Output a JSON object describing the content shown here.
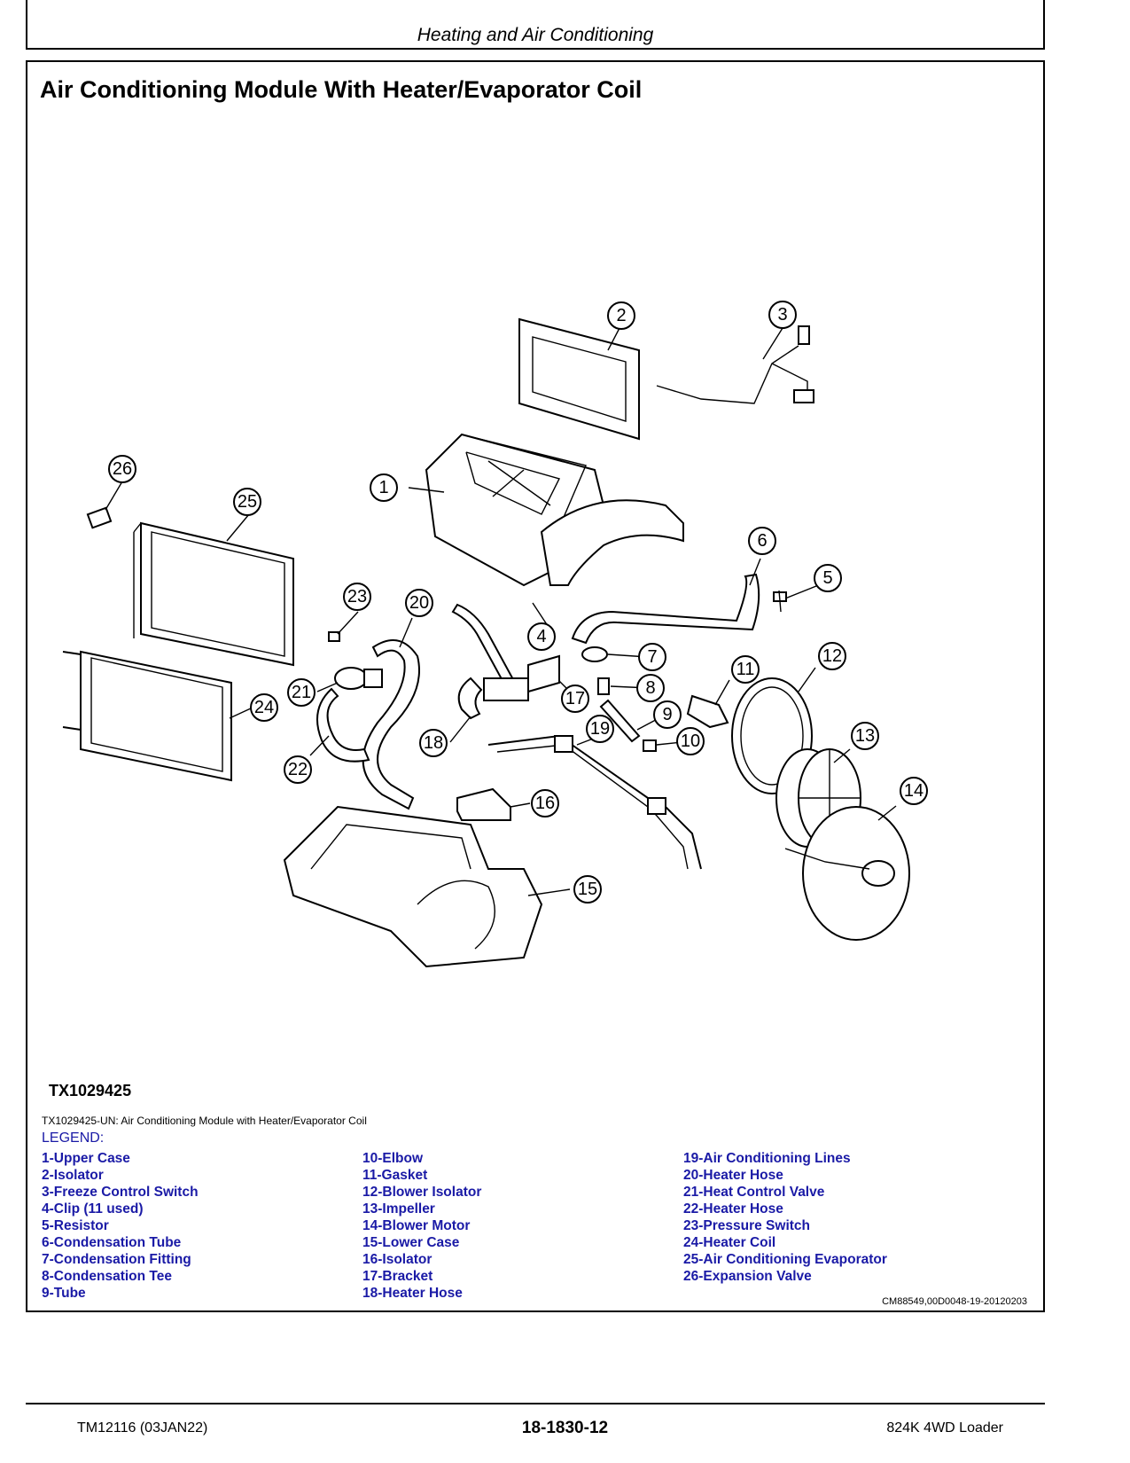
{
  "header": {
    "section": "Heating and Air Conditioning"
  },
  "title": "Air Conditioning Module With Heater/Evaporator Coil",
  "figure": {
    "id": "TX1029425",
    "caption": "TX1029425-UN: Air Conditioning Module with Heater/Evaporator Coil",
    "callouts": [
      "1",
      "2",
      "3",
      "4",
      "5",
      "6",
      "7",
      "8",
      "9",
      "10",
      "11",
      "12",
      "13",
      "14",
      "15",
      "16",
      "17",
      "18",
      "19",
      "20",
      "21",
      "22",
      "23",
      "24",
      "25",
      "26"
    ]
  },
  "legend": {
    "heading": "LEGEND:",
    "items": [
      "1-Upper Case",
      "2-Isolator",
      "3-Freeze Control Switch",
      "4-Clip (11 used)",
      "5-Resistor",
      "6-Condensation Tube",
      "7-Condensation Fitting",
      "8-Condensation Tee",
      "9-Tube",
      "10-Elbow",
      "11-Gasket",
      "12-Blower Isolator",
      "13-Impeller",
      "14-Blower Motor",
      "15-Lower Case",
      "16-Isolator",
      "17-Bracket",
      "18-Heater Hose",
      "19-Air Conditioning Lines",
      "20-Heater Hose",
      "21-Heat Control Valve",
      "22-Heater Hose",
      "23-Pressure Switch",
      "24-Heater Coil",
      "25-Air Conditioning Evaporator",
      "26-Expansion Valve"
    ]
  },
  "doc_ref": "CM88549,00D0048-19-20120203",
  "footer": {
    "left": "TM12116 (03JAN22)",
    "center": "18-1830-12",
    "right": "824K 4WD Loader"
  }
}
